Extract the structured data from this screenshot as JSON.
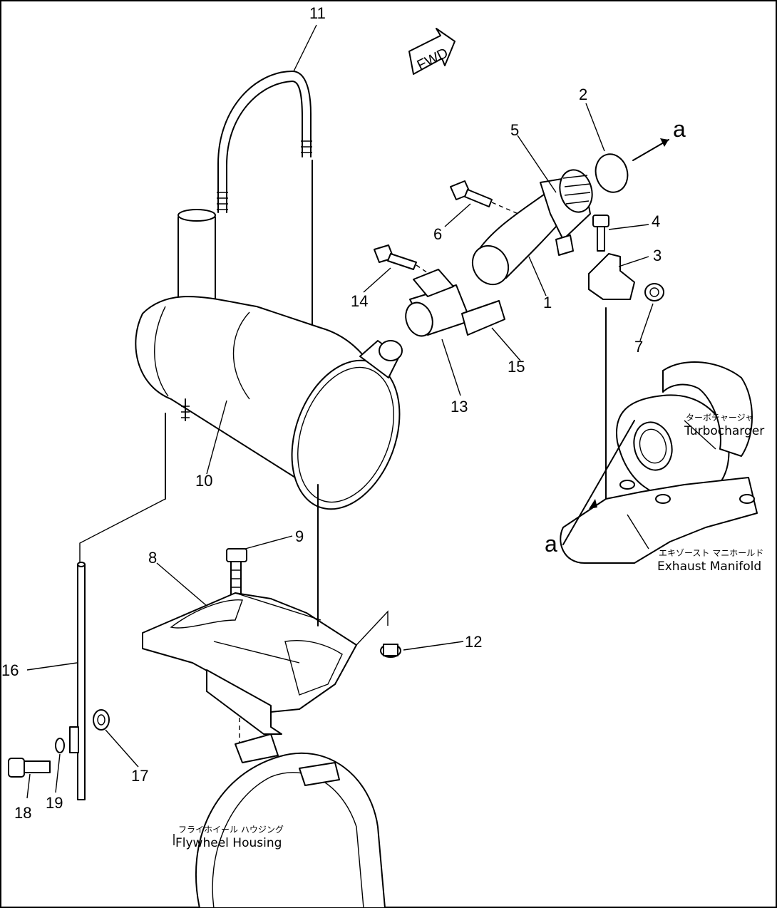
{
  "diagram": {
    "fwd_sign": "FWD",
    "part_numbers": [
      "1",
      "2",
      "3",
      "4",
      "5",
      "6",
      "7",
      "8",
      "9",
      "10",
      "11",
      "12",
      "13",
      "14",
      "15",
      "16",
      "17",
      "18",
      "19"
    ],
    "ref_marks": {
      "connection_a_top": "a",
      "connection_a_turbo": "a"
    },
    "callouts": {
      "turbocharger": {
        "jp": "ターボチャージャ",
        "en": "Turbocharger"
      },
      "exhaust_manifold": {
        "jp": "エキゾースト マニホールド",
        "en": "Exhaust Manifold"
      },
      "flywheel_housing": {
        "jp": "フライホイール ハウジング",
        "en": "Flywheel Housing"
      }
    }
  }
}
